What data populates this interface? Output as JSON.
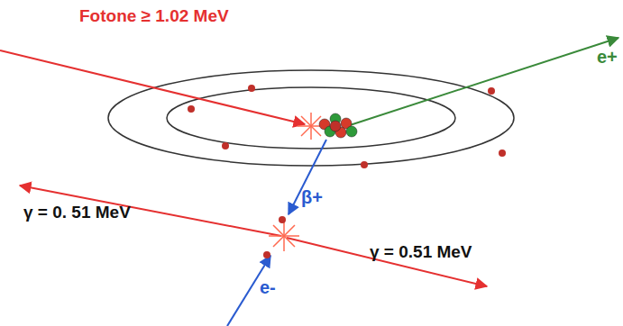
{
  "diagram": {
    "labels": [
      "Fotone ≥ 1.02 MeV",
      "e+",
      "β+",
      "γ = 0. 51 MeV",
      "γ = 0.51 MeV",
      "e-"
    ]
  }
}
